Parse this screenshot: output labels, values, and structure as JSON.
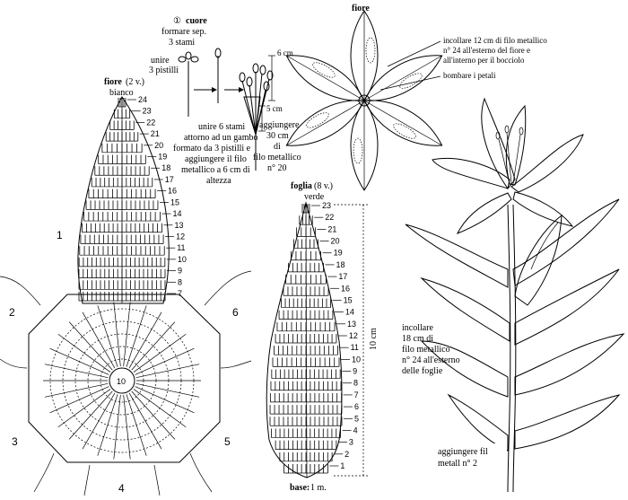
{
  "colors": {
    "ink": "#000000",
    "paper": "#ffffff"
  },
  "heart": {
    "circle_num": "①",
    "title": "cuore",
    "line1": "formare sep.",
    "line2": "3 stami",
    "join_pistils": [
      "unire",
      "3 pistilli"
    ],
    "join_stamens": [
      "unire 6 stami",
      "attorno ad un gambo",
      "formato da 3 pistilli e",
      "aggiungere il filo",
      "metallico a 6 cm di",
      "altezza"
    ],
    "dim_6cm": "6 cm",
    "dim_5cm": "5 cm",
    "add_wire": [
      "aggiungere",
      "30 cm",
      "di",
      "filo metallico",
      "n° 20"
    ]
  },
  "flower_chart": {
    "title": "fiore",
    "count": "(2 v.)",
    "color": "bianco",
    "rows": [
      "24",
      "23",
      "22",
      "21",
      "20",
      "19",
      "18",
      "17",
      "16",
      "15",
      "14",
      "13",
      "12",
      "11",
      "10",
      "9",
      "8",
      "7"
    ],
    "center_number": "10",
    "petal_numbers": [
      "1",
      "2",
      "3",
      "4",
      "5",
      "6"
    ]
  },
  "flower_assembly": {
    "title": "fiore",
    "wire_note": [
      "incollare 12 cm di filo metallico",
      "n° 24 all'esterno del fiore e",
      "all'interno per il bocciolo"
    ],
    "shape_note": "bombare i petali"
  },
  "leaf_chart": {
    "title": "foglia",
    "count": "(8 v.)",
    "color": "verde",
    "rows": [
      "23",
      "22",
      "21",
      "20",
      "19",
      "18",
      "17",
      "16",
      "15",
      "14",
      "13",
      "12",
      "11",
      "10",
      "9",
      "8",
      "7",
      "6",
      "5",
      "4",
      "3",
      "2",
      "1"
    ],
    "height": "10 cm",
    "base_label": "base:",
    "base_value": "1 m."
  },
  "plant": {
    "leaf_wire_note": [
      "incollare",
      "18 cm di",
      "filo metallico",
      "n° 24 all'esterno",
      "delle foglie"
    ],
    "stem_note": [
      "aggiungere fil",
      "metall n° 2"
    ]
  }
}
